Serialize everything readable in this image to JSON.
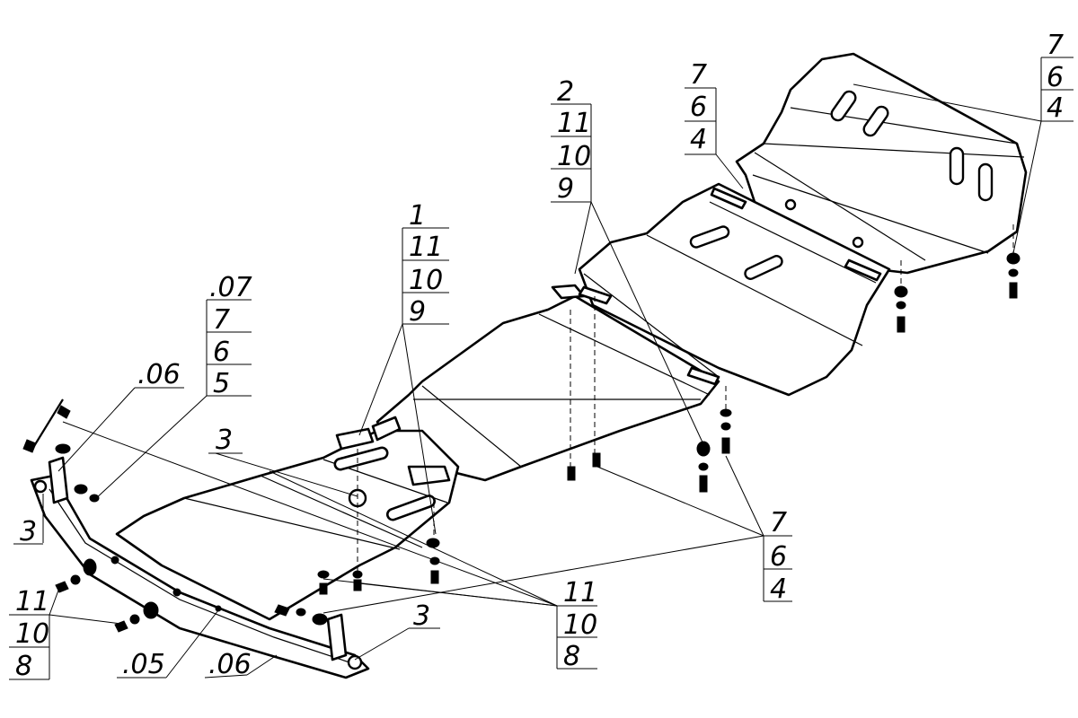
{
  "callouts": {
    "c1": [
      "1",
      "11",
      "10",
      "9"
    ],
    "c2": [
      "2",
      "11",
      "10",
      "9"
    ],
    "c3": [
      "7",
      "6",
      "4"
    ],
    "c4": [
      "7",
      "6",
      "4"
    ],
    "c5": [
      ".07",
      "7",
      "6",
      "5"
    ],
    "c6": [
      ".06"
    ],
    "c7": [
      "3"
    ],
    "c8": [
      "3"
    ],
    "c9": [
      "7",
      "6",
      "4"
    ],
    "c10": [
      "11",
      "10",
      "8"
    ],
    "c11": [
      "11",
      "10",
      "8"
    ],
    "c12": [
      ".05"
    ],
    "c13": [
      ".06"
    ],
    "c14": [
      "3"
    ]
  }
}
